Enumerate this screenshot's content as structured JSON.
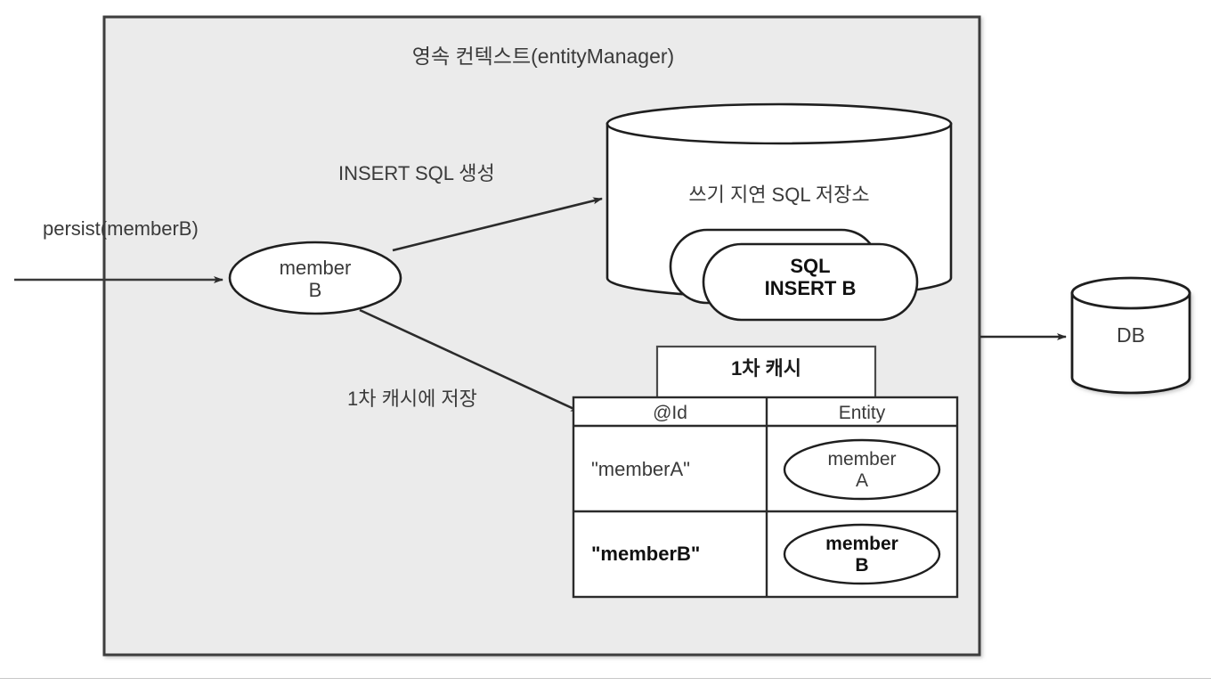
{
  "diagram": {
    "title": "영속 컨텍스트(entityManager)",
    "colors": {
      "context_fill": "#ebebeb",
      "context_border": "#3c3c3c",
      "shape_stroke": "#1f1f1f",
      "shape_fill": "#ffffff",
      "text_gray": "#3a3a3a",
      "text_black": "#111111",
      "page_background": "#ffffff",
      "footer_rule": "#c8c8c8"
    },
    "incoming": {
      "label": "persist(memberB)"
    },
    "entity_node": {
      "line1": "member",
      "line2": "B"
    },
    "arrows": [
      {
        "name": "persist-arrow",
        "label": "persist(memberB)"
      },
      {
        "name": "insert-sql-arrow",
        "label": "INSERT SQL 생성"
      },
      {
        "name": "first-cache-arrow",
        "label": "1차 캐시에 저장"
      },
      {
        "name": "flush-to-db-arrow",
        "label": ""
      }
    ],
    "sql_store": {
      "title": "쓰기 지연 SQL 저장소",
      "items": [
        {
          "name": "sql-statement-back",
          "line1": "",
          "line2": ""
        },
        {
          "name": "sql-statement-front",
          "line1": "SQL",
          "line2": "INSERT B"
        }
      ]
    },
    "first_cache": {
      "title": "1차 캐시",
      "columns": [
        "@Id",
        "Entity"
      ],
      "rows": [
        {
          "id": "\"memberA\"",
          "entity_line1": "member",
          "entity_line2": "A",
          "highlighted": false
        },
        {
          "id": "\"memberB\"",
          "entity_line1": "member",
          "entity_line2": "B",
          "highlighted": true
        }
      ]
    },
    "database": {
      "label": "DB"
    }
  }
}
